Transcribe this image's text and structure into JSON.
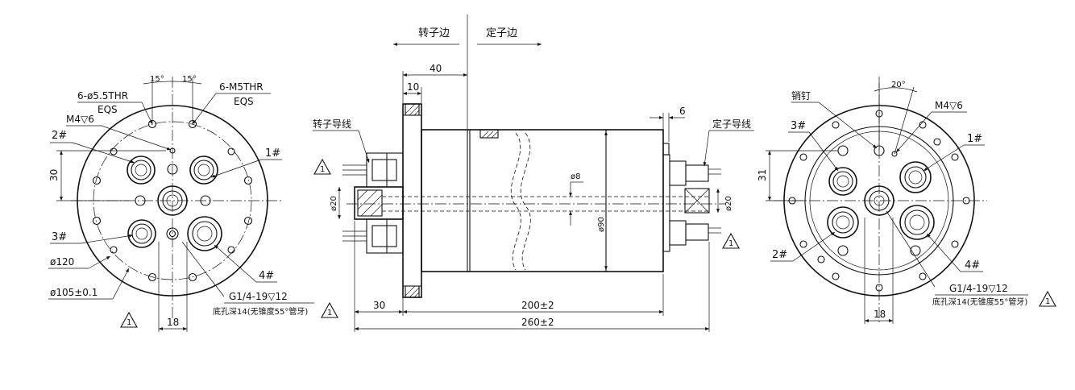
{
  "left_view": {
    "hole_spec_1": "6-ø5.5THR",
    "hole_spec_1b": "EQS",
    "hole_spec_2": "6-M5THR",
    "hole_spec_2b": "EQS",
    "angle_1": "15°",
    "angle_2": "15°",
    "thread": "M4▽6",
    "port_labels": [
      "2#",
      "1#",
      "3#",
      "4#"
    ],
    "dim_30": "30",
    "dim_120": "ø120",
    "dim_105": "ø105±0.1",
    "dim_18": "18",
    "port_spec": "G1/4-19▽12",
    "port_note": "底孔深14(无锥度55°管牙)",
    "revision": "1"
  },
  "side_view": {
    "rotor_side": "转子边",
    "stator_side": "定子边",
    "rotor_wire": "转子导线",
    "stator_wire": "定子导线",
    "dim_40": "40",
    "dim_10": "10",
    "dim_6": "6",
    "dim_phi8": "ø8",
    "dim_phi20_left": "ø20",
    "dim_phi20_right": "ø20",
    "dim_phi90": "ø90",
    "dim_30": "30",
    "dim_200": "200±2",
    "dim_260": "260±2",
    "revision_left": "1",
    "revision_right": "1"
  },
  "right_view": {
    "pin_label": "销钉",
    "angle": "20°",
    "thread": "M4▽6",
    "port_labels": [
      "3#",
      "1#",
      "2#",
      "4#"
    ],
    "dim_31": "31",
    "dim_18": "18",
    "port_spec": "G1/4-19▽12",
    "port_note": "底孔深14(无锥度55°管牙)",
    "revision": "1"
  }
}
